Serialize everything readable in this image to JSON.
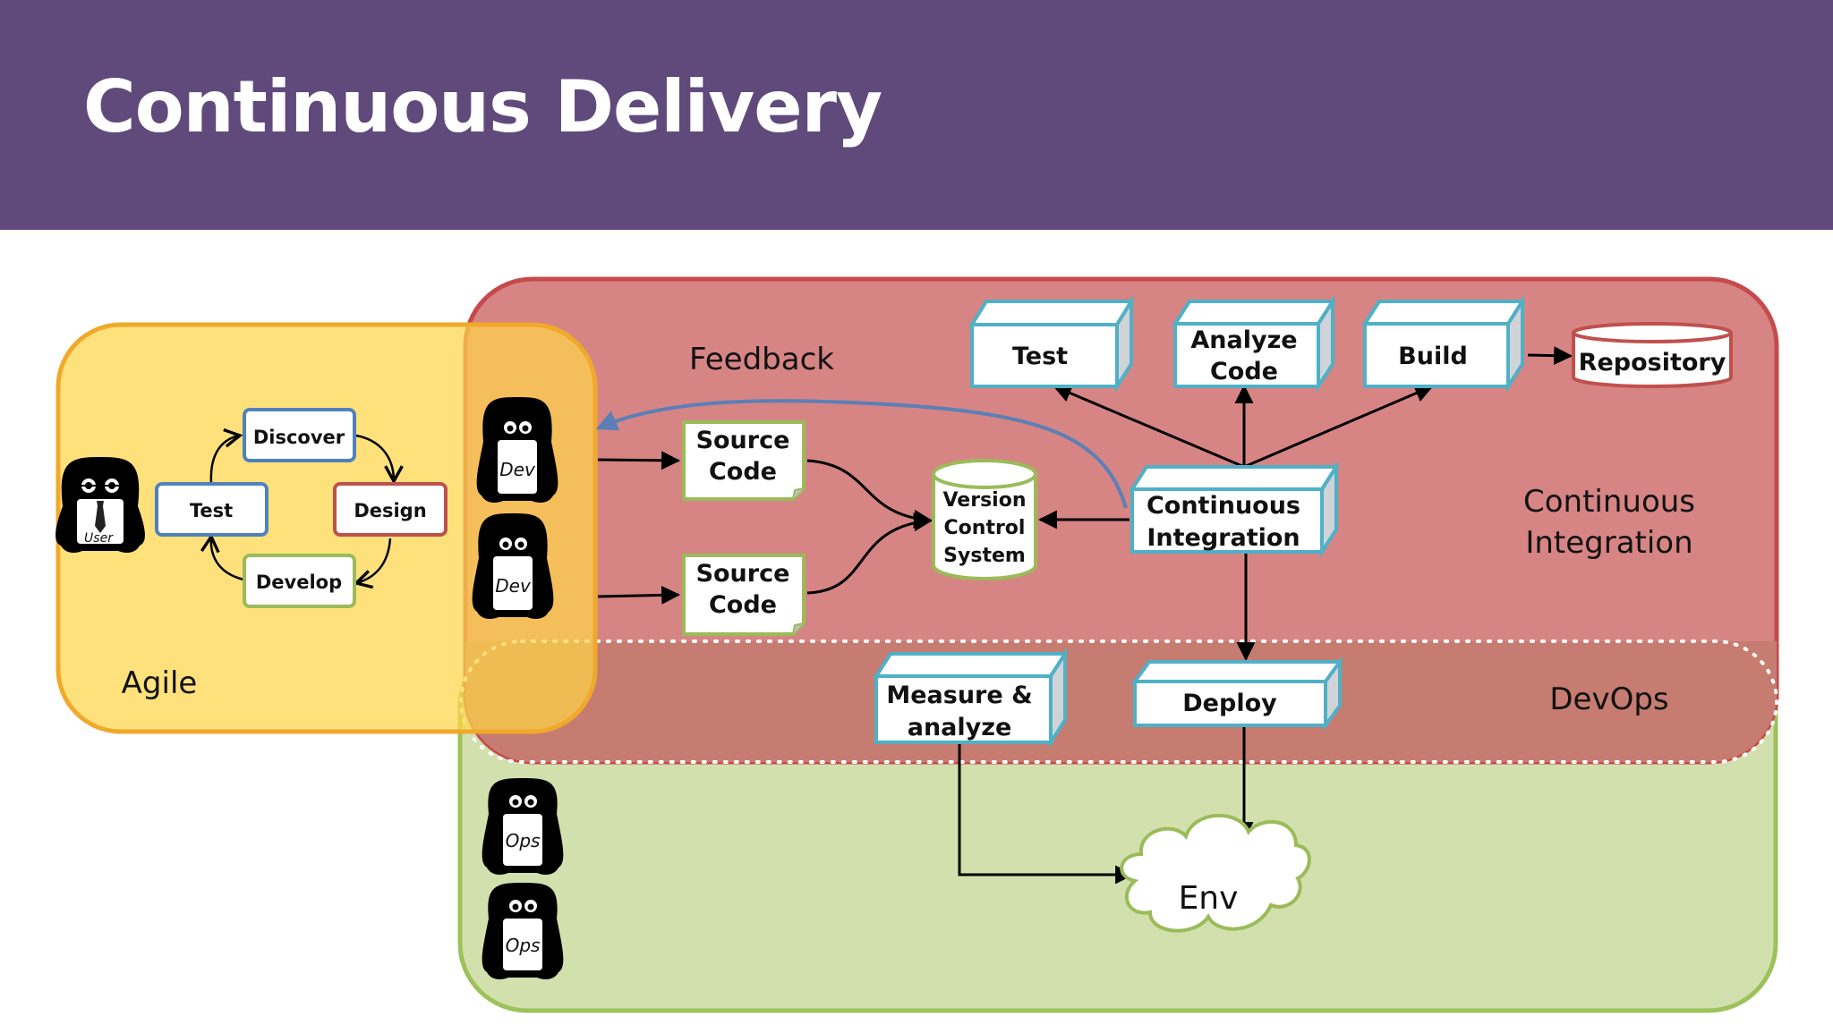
{
  "title": "Continuous Delivery",
  "regions": {
    "agile": "Agile",
    "ci": [
      "Continuous",
      "Integration"
    ],
    "devops": "DevOps"
  },
  "agile_cycle": {
    "discover": "Discover",
    "design": "Design",
    "develop": "Develop",
    "test": "Test"
  },
  "characters": {
    "user": "User",
    "dev": "Dev",
    "ops": "Ops"
  },
  "feedback": "Feedback",
  "source_code": [
    "Source",
    "Code"
  ],
  "vcs": [
    "Version",
    "Control",
    "System"
  ],
  "ci_box": [
    "Continuous",
    "Integration"
  ],
  "pipeline": {
    "test": "Test",
    "analyze": [
      "Analyze",
      "Code"
    ],
    "build": "Build",
    "repository": "Repository",
    "deploy": "Deploy",
    "measure": [
      "Measure &",
      "analyze"
    ],
    "env": "Env"
  },
  "colors": {
    "header": "#604a7b",
    "agile_fill": "#fde27e",
    "agile_border": "#f0a92b",
    "ci_fill": "#d68584",
    "ci_border": "#c7494b",
    "devops_fill": "#c67c70",
    "ops_fill": "#d2e0ae",
    "ops_border": "#9cc259",
    "box_border": "#4fb0c6",
    "feedback_arrow": "#5b7fb6"
  }
}
